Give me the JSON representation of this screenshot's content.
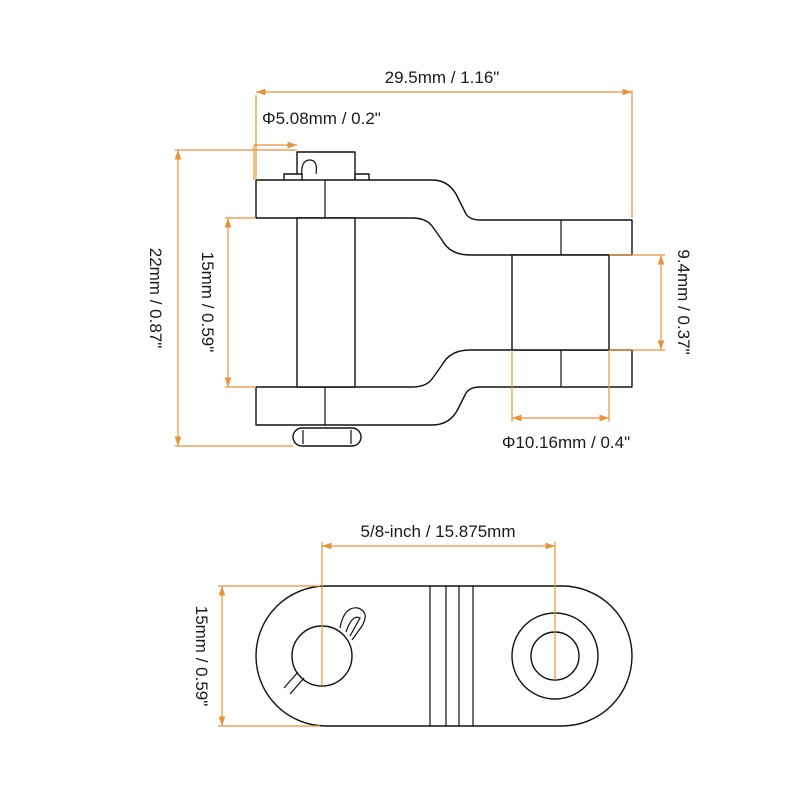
{
  "colors": {
    "dimension": "#e8923a",
    "outline": "#111111",
    "text": "#1a1a1a",
    "background": "#ffffff"
  },
  "side_view": {
    "overall_length": "29.5mm / 1.16\"",
    "pin_diameter": "Φ5.08mm / 0.2\"",
    "total_height": "22mm / 0.87\"",
    "inner_width": "15mm / 0.59\"",
    "roller_width": "9.4mm / 0.37\"",
    "roller_diameter": "Φ10.16mm / 0.4\""
  },
  "top_view": {
    "pitch": "5/8-inch / 15.875mm",
    "plate_height": "15mm / 0.59\""
  },
  "icons": [
    "cotter-pin-icon"
  ]
}
